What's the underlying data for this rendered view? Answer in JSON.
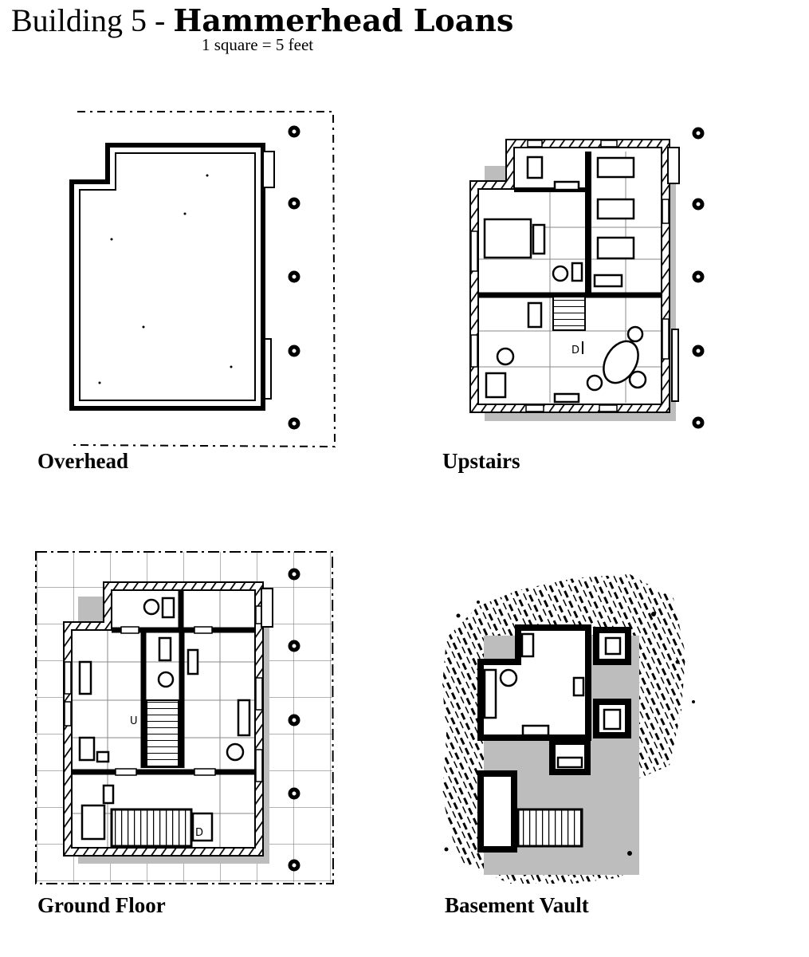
{
  "header": {
    "prefix": "Building 5 - ",
    "name": "Hammerhead Loans",
    "scale": "1 square = 5 feet"
  },
  "views": {
    "overhead": "Overhead",
    "upstairs": "Upstairs",
    "ground_floor": "Ground Floor",
    "basement": "Basement Vault"
  },
  "markers": {
    "upstairs_down": "D",
    "ground_up": "U",
    "ground_down": "D"
  },
  "colors": {
    "ink": "#000000",
    "shadow": "#b5b5b5",
    "paper": "#ffffff"
  }
}
